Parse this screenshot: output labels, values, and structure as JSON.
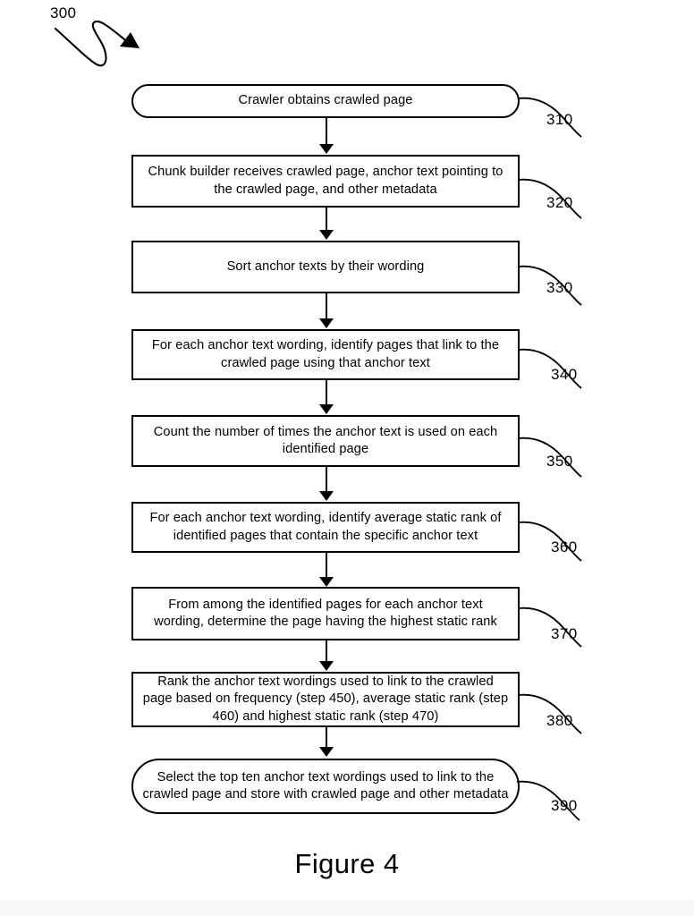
{
  "figure": {
    "caption": "Figure 4",
    "diagram_ref": "300"
  },
  "nodes": [
    {
      "id": "310",
      "shape": "stadium",
      "ref": "310",
      "text": "Crawler obtains crawled page"
    },
    {
      "id": "320",
      "shape": "rect",
      "ref": "320",
      "text": "Chunk builder receives crawled page, anchor text pointing to the crawled page, and other metadata"
    },
    {
      "id": "330",
      "shape": "rect",
      "ref": "330",
      "text": "Sort anchor texts by their wording"
    },
    {
      "id": "340",
      "shape": "rect",
      "ref": "340",
      "text": "For each anchor text wording, identify pages that link to the crawled page using that anchor text"
    },
    {
      "id": "350",
      "shape": "rect",
      "ref": "350",
      "text": "Count the number of times the anchor text is used on each identified page"
    },
    {
      "id": "360",
      "shape": "rect",
      "ref": "360",
      "text": "For each anchor text wording, identify average static rank of identified pages that contain the specific anchor text"
    },
    {
      "id": "370",
      "shape": "rect",
      "ref": "370",
      "text": "From among the identified pages for each anchor text wording, determine the page having the highest static rank"
    },
    {
      "id": "380",
      "shape": "rect",
      "ref": "380",
      "text": "Rank the anchor text wordings used to link to the crawled page based on frequency (step 450), average static rank (step 460) and highest static rank (step 470)"
    },
    {
      "id": "390",
      "shape": "stadium",
      "ref": "390",
      "text": "Select the top ten anchor text wordings used to link to the crawled page and store with crawled page and other metadata"
    }
  ]
}
